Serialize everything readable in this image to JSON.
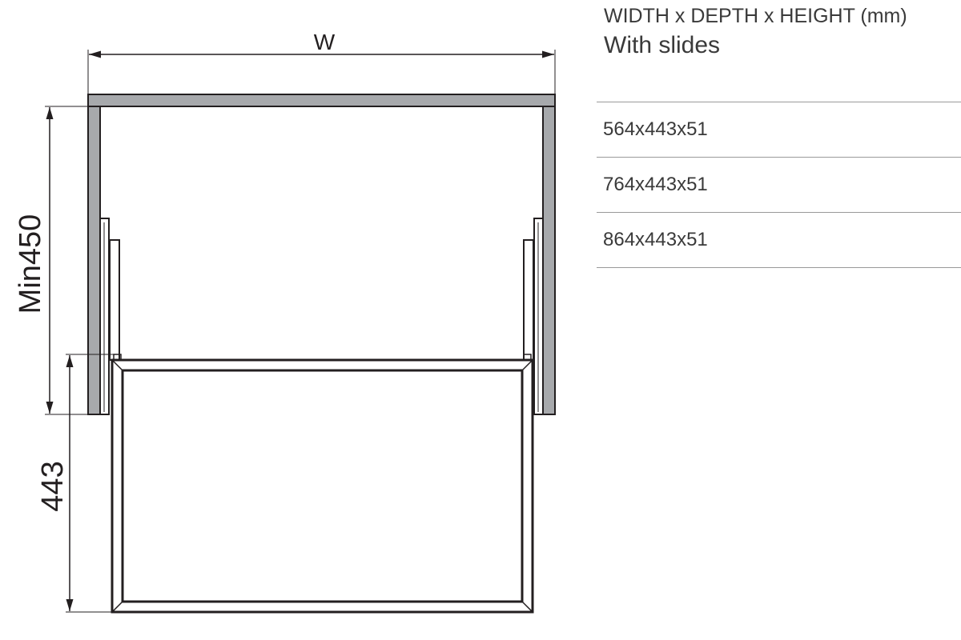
{
  "header": {
    "line1": "WIDTH x DEPTH x HEIGHT  (mm)",
    "line2": "With slides"
  },
  "sizes": [
    "564x443x51",
    "764x443x51",
    "864x443x51"
  ],
  "dimensions": {
    "width_label": "W",
    "height_label": "Min450",
    "depth_label": "443"
  },
  "colors": {
    "cabinet": "#a7a9ac",
    "line": "#231f20"
  }
}
